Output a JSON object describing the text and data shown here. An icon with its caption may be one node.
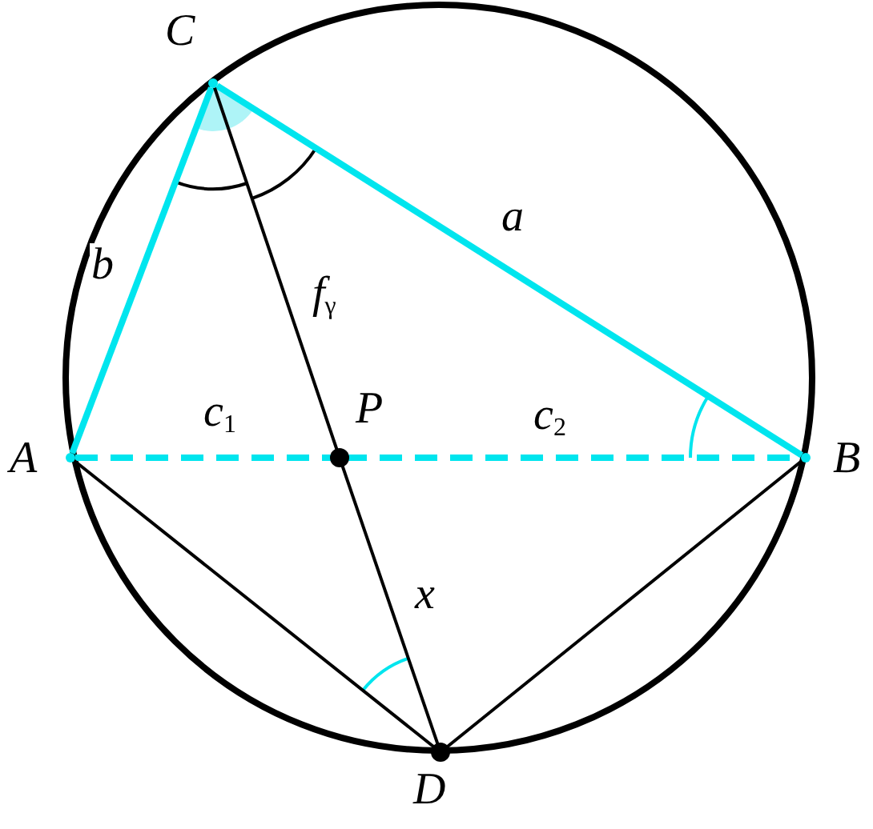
{
  "diagram": {
    "nodes": [
      {
        "text": [],
        "shape": "vertex",
        "beside": [
          "C"
        ]
      },
      {
        "text": [],
        "shape": "vertex",
        "beside": [
          "A"
        ]
      },
      {
        "text": [],
        "shape": "vertex",
        "beside": [
          "B"
        ]
      },
      {
        "text": [],
        "shape": "dot",
        "beside": [
          "P"
        ]
      },
      {
        "text": [],
        "shape": "dot",
        "beside": [
          "D"
        ]
      }
    ],
    "edges": [
      {
        "from": 0,
        "to": 1,
        "arrow": "none",
        "label": "b",
        "style": "thick",
        "color": "#00e5ee"
      },
      {
        "from": 0,
        "to": 2,
        "arrow": "none",
        "label": "a",
        "style": "thick",
        "color": "#00e5ee"
      },
      {
        "from": 1,
        "to": 3,
        "arrow": "none",
        "label": "c$_{1}$",
        "style": "dashed",
        "color": "#00e5ee"
      },
      {
        "from": 3,
        "to": 2,
        "arrow": "none",
        "label": "c$_{2}$",
        "style": "dashed",
        "color": "#00e5ee"
      },
      {
        "from": 0,
        "to": 3,
        "arrow": "none",
        "label": "f$_{γ}$",
        "color": "#000000"
      },
      {
        "from": 3,
        "to": 4,
        "arrow": "none",
        "label": "x",
        "color": "#000000"
      },
      {
        "from": 1,
        "to": 4,
        "arrow": "none",
        "color": "#000000"
      },
      {
        "from": 2,
        "to": 4,
        "arrow": "none",
        "color": "#000000"
      }
    ]
  }
}
